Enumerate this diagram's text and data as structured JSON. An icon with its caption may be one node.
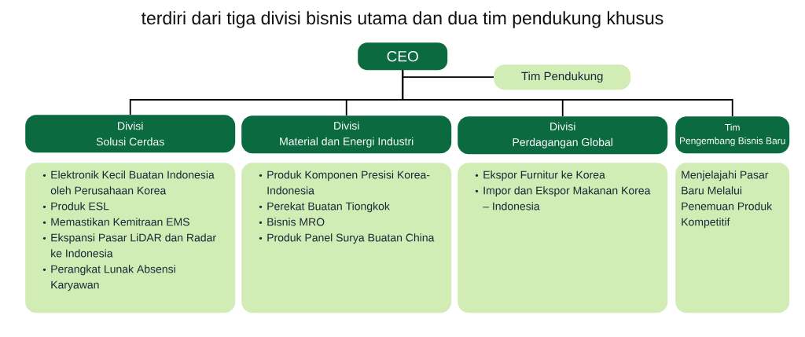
{
  "diagram": {
    "title": "terdiri dari tiga divisi bisnis utama dan dua tim pendukung khusus",
    "nodes": [
      {
        "text": [
          "CEO"
        ]
      },
      {
        "text": [
          "Tim Pendukung"
        ]
      },
      {
        "text": [
          "Divisi",
          "Solusi Cerdas"
        ]
      },
      {
        "text": [
          "Elektronik Kecil Buatan Indonesia oleh Perusahaan Korea",
          "Produk ESL",
          "Memastikan Kemitraan EMS",
          "Ekspansi Pasar LiDAR dan Radar ke Indonesia",
          "Perangkat Lunak Absensi Karyawan"
        ]
      },
      {
        "text": [
          "Divisi",
          "Material dan Energi Industri"
        ]
      },
      {
        "text": [
          "Produk Komponen Presisi Korea-Indonesia",
          "Perekat Buatan Tiongkok",
          "Bisnis MRO",
          "Produk Panel Surya Buatan China"
        ]
      },
      {
        "text": [
          "Divisi",
          "Perdagangan Global"
        ]
      },
      {
        "text": [
          "Ekspor Furnitur ke Korea",
          "Impor dan Ekspor Makanan Korea – Indonesia"
        ]
      },
      {
        "text": [
          "Tim",
          "Pengembang Bisnis Baru"
        ]
      },
      {
        "text": [
          "Menjelajahi Pasar Baru Melalui Penemuan Produk Kompetitif"
        ]
      }
    ],
    "edges": [
      {
        "from": 0,
        "to": 1,
        "arrow": "none"
      },
      {
        "from": 0,
        "to": 2,
        "arrow": "none"
      },
      {
        "from": 0,
        "to": 4,
        "arrow": "none"
      },
      {
        "from": 0,
        "to": 6,
        "arrow": "none"
      },
      {
        "from": 0,
        "to": 8,
        "arrow": "none"
      }
    ]
  }
}
